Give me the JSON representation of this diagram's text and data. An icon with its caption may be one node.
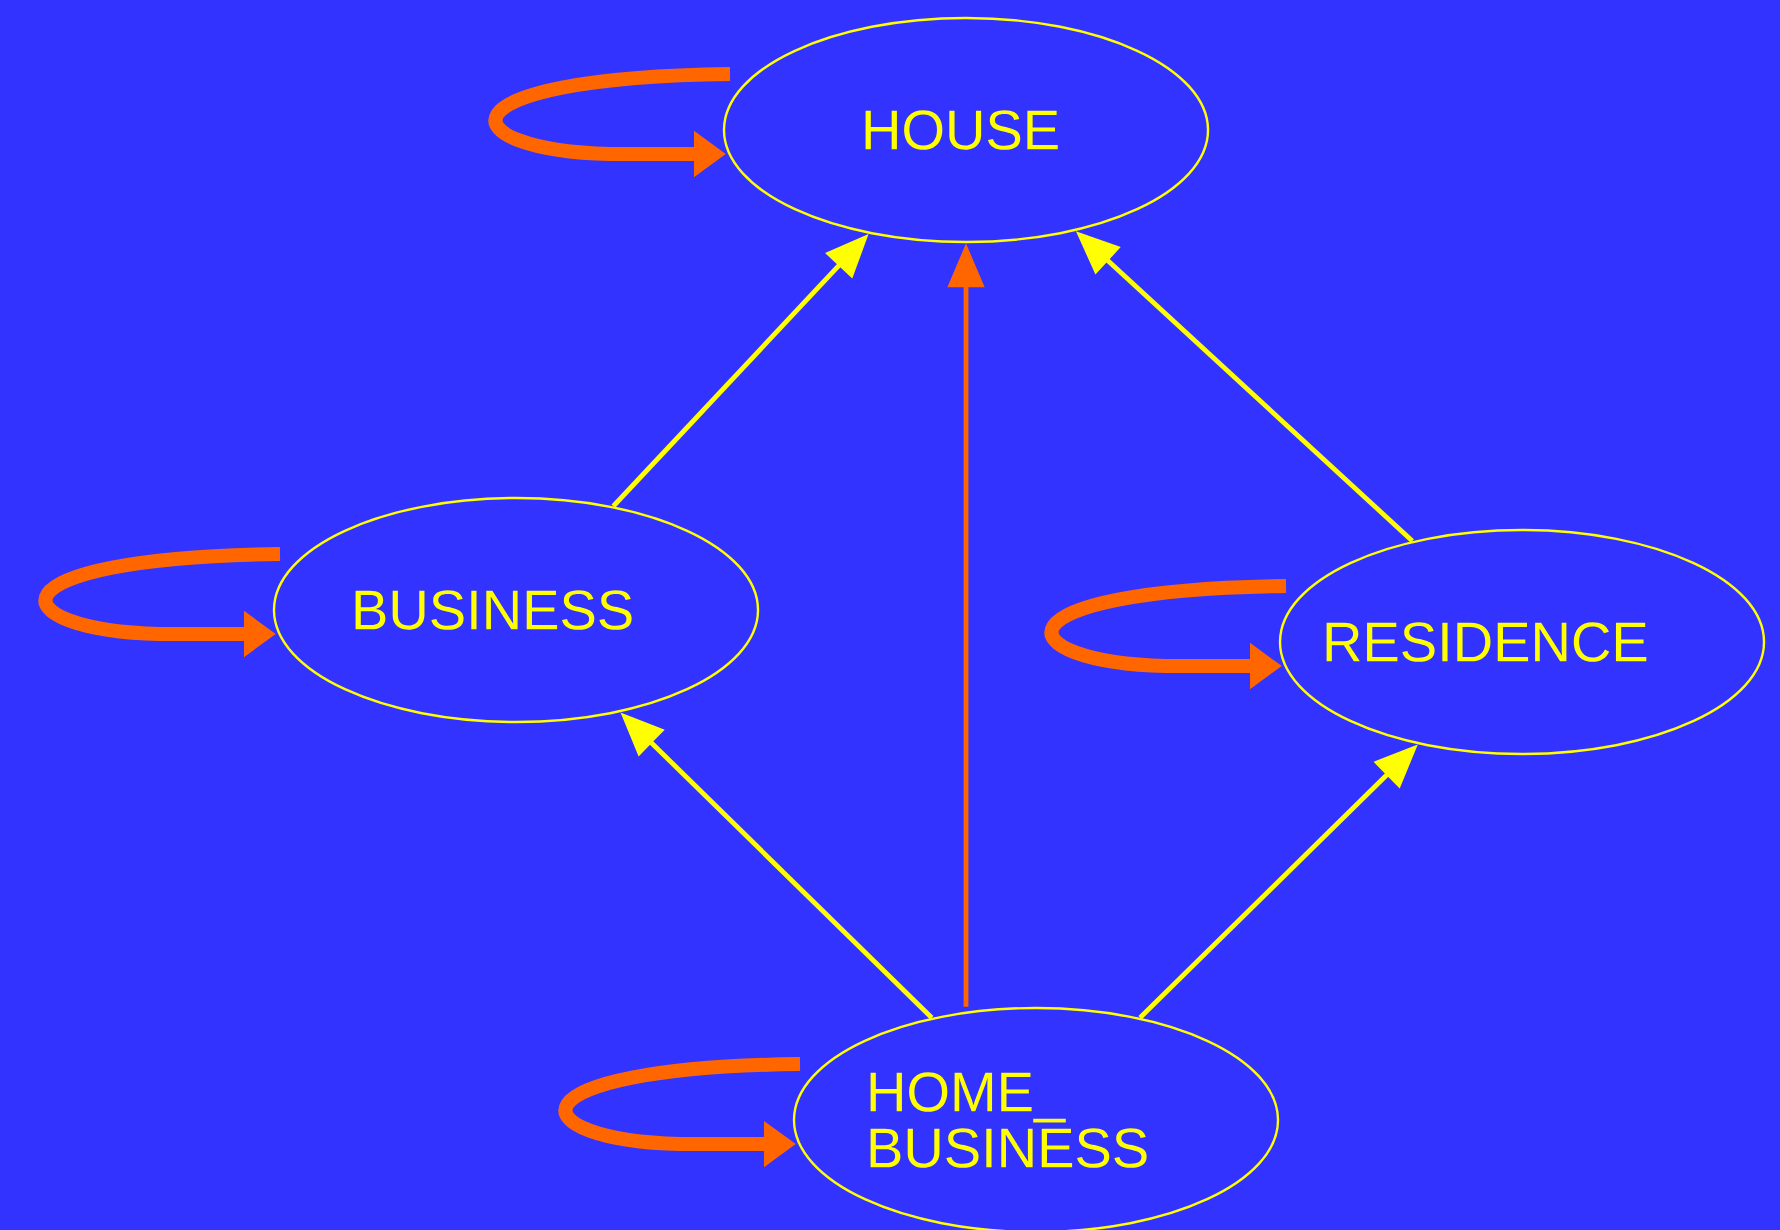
{
  "diagram": {
    "nodes": [
      {
        "text": [
          "HOUSE"
        ]
      },
      {
        "text": [
          "BUSINESS"
        ]
      },
      {
        "text": [
          "RESIDENCE"
        ]
      },
      {
        "text": [
          "HOME_ BUSINESS"
        ]
      }
    ],
    "edges": [
      {
        "from": 1,
        "to": 0,
        "arrow": "to",
        "color": "#ffff00"
      },
      {
        "from": 2,
        "to": 0,
        "arrow": "to",
        "color": "#ffff00"
      },
      {
        "from": 3,
        "to": 0,
        "arrow": "to",
        "color": "#ff6600"
      },
      {
        "from": 3,
        "to": 1,
        "arrow": "to",
        "color": "#ffff00"
      },
      {
        "from": 3,
        "to": 2,
        "arrow": "to",
        "color": "#ffff00"
      },
      {
        "from": null,
        "to": 0,
        "arrow": "to",
        "style": "thick",
        "color": "#ff6600"
      },
      {
        "from": null,
        "to": 1,
        "arrow": "to",
        "style": "thick",
        "color": "#ff6600"
      },
      {
        "from": null,
        "to": 2,
        "arrow": "to",
        "style": "thick",
        "color": "#ff6600"
      },
      {
        "from": null,
        "to": 3,
        "arrow": "to",
        "style": "thick",
        "color": "#ff6600"
      }
    ]
  }
}
